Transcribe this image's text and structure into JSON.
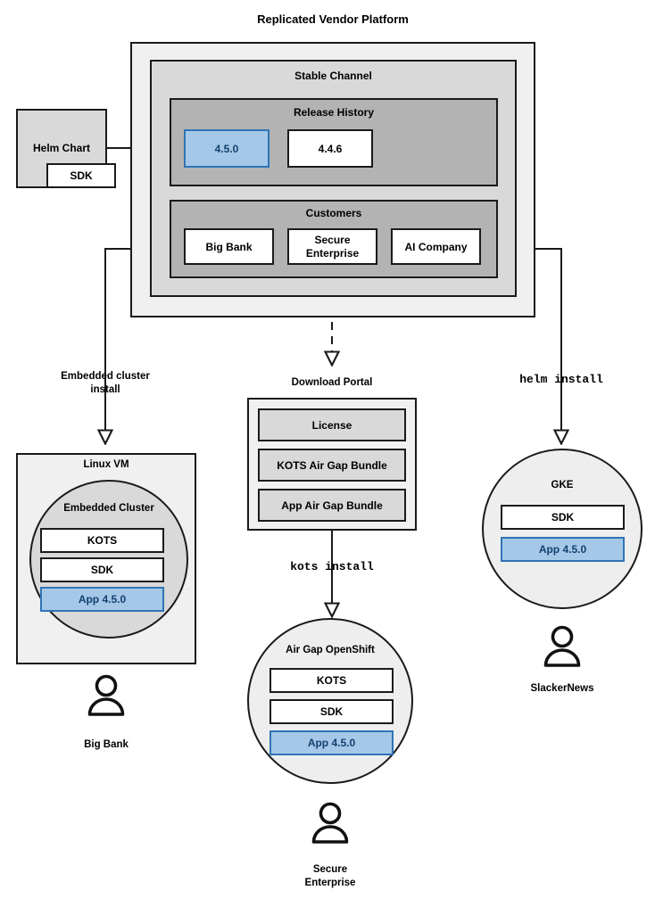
{
  "diagram": {
    "title": "Replicated Vendor Platform",
    "platform": {
      "channel": {
        "title": "Stable Channel",
        "release_history": {
          "title": "Release History",
          "releases": [
            {
              "version": "4.5.0",
              "highlighted": true
            },
            {
              "version": "4.4.6",
              "highlighted": false
            }
          ]
        },
        "customers": {
          "title": "Customers",
          "items": [
            {
              "name": "Big Bank"
            },
            {
              "name": "Secure\nEnterprise"
            },
            {
              "name": "AI Company"
            }
          ]
        }
      }
    },
    "source": {
      "title": "Helm Chart",
      "sdk_label": "SDK"
    },
    "edge_labels": {
      "embedded_cluster_install": "Embedded cluster\ninstall",
      "helm_install": "helm install",
      "kots_install": "kots install"
    },
    "download_portal": {
      "title": "Download Portal",
      "artifacts": [
        "License",
        "KOTS Air Gap Bundle",
        "App Air Gap Bundle"
      ]
    },
    "targets": [
      {
        "id": "linux-vm",
        "title": "Linux VM",
        "inner_title": "Embedded Cluster",
        "components": [
          {
            "label": "KOTS",
            "highlighted": false
          },
          {
            "label": "SDK",
            "highlighted": false
          },
          {
            "label": "App 4.5.0",
            "highlighted": true
          }
        ],
        "actor": "Big Bank"
      },
      {
        "id": "air-gap-openshift",
        "title": "Air Gap OpenShift",
        "components": [
          {
            "label": "KOTS",
            "highlighted": false
          },
          {
            "label": "SDK",
            "highlighted": false
          },
          {
            "label": "App 4.5.0",
            "highlighted": true
          }
        ],
        "actor": "Secure\nEnterprise"
      },
      {
        "id": "gke",
        "title": "GKE",
        "components": [
          {
            "label": "SDK",
            "highlighted": false
          },
          {
            "label": "App 4.5.0",
            "highlighted": true
          }
        ],
        "actor": "SlackerNews"
      }
    ],
    "colors": {
      "stroke": "#1a1a1a",
      "app_fill": "#a5c8e8",
      "app_stroke": "#2f74b5",
      "app_text": "#14406e",
      "layer1": "#f0f0f0",
      "layer2": "#d9d9d9",
      "layer3": "#b3b3b3",
      "circle_fill": "#eeeeee"
    }
  }
}
